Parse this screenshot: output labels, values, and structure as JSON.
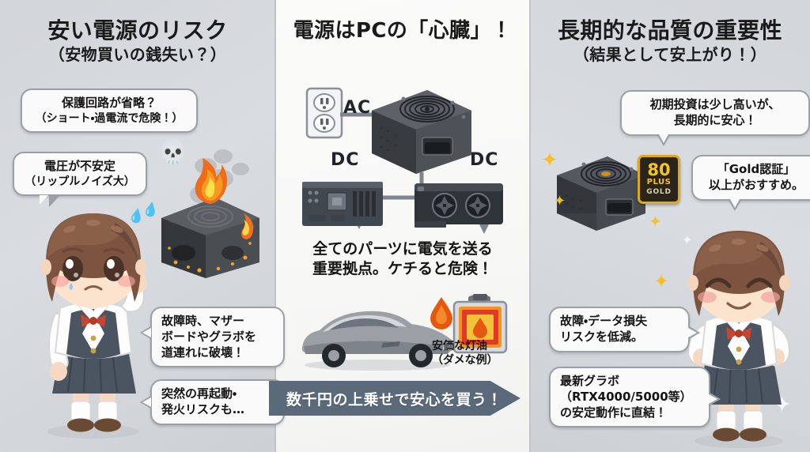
{
  "panels": {
    "left": {
      "title_main": "安い電源のリスク",
      "title_sub": "（安物買いの銭失い？）",
      "bubbles": [
        {
          "id": "protection",
          "line1": "保護回路が省略？",
          "line2": "（ショート・過電流で危険！）"
        },
        {
          "id": "voltage",
          "line1": "電圧が不安定",
          "line2": "（リップルノイズ大）"
        },
        {
          "id": "collateral",
          "line1": "故障時、マザー",
          "line2": "ボードやグラボを",
          "line3": "道連れに破壊！"
        },
        {
          "id": "reboot",
          "line1": "突然の再起動・",
          "line2": "発火リスクも…"
        }
      ],
      "character": "worried-schoolgirl",
      "props": [
        "burning-psu",
        "fire-icon",
        "smoke",
        "skull-icon",
        "sweat-drops"
      ]
    },
    "mid": {
      "title_main": "電源はPCの「心臓」！",
      "label_ac": "AC",
      "label_dc_left": "DC",
      "label_dc_right": "DC",
      "caption_line1": "全てのパーツに電気を送る",
      "caption_line2": "重要拠点。ケチると危険！",
      "oil_caption_line1": "安価な灯油",
      "oil_caption_line2": "（ダメな例）",
      "diagram_nodes": [
        "wall-outlet",
        "power-supply-unit",
        "motherboard",
        "graphics-card"
      ],
      "props": [
        "sports-car",
        "oil-can"
      ]
    },
    "right": {
      "title_main": "長期的な品質の重要性",
      "title_sub": "（結果として安上がり！）",
      "bubbles": [
        {
          "id": "initial-cost",
          "line1": "初期投資は少し高いが、",
          "line2": "長期的に安心！"
        },
        {
          "id": "gold-cert",
          "line1": "「Gold認証」",
          "line2": "以上がおすすめ。"
        },
        {
          "id": "risk-reduce",
          "line1": "故障・データ損失",
          "line2": "リスクを低減。"
        },
        {
          "id": "latest-gpu",
          "line1": "最新グラボ",
          "line2": "（RTX4000/5000等）",
          "line3": "の安定動作に直結！"
        }
      ],
      "character": "smiling-schoolgirl",
      "badge": {
        "number": "80",
        "plus": "PLUS",
        "tier": "GOLD"
      },
      "props": [
        "quality-psu",
        "sparkles"
      ]
    }
  },
  "banner": {
    "text": "数千円の上乗せで安心を買う！",
    "color": "#5b6a7a"
  },
  "palette": {
    "panel_gray": "#d5d8dc",
    "panel_white": "#f8f8f7",
    "bubble_fill": "#fafafa",
    "bubble_border": "#9aa0a6",
    "text_dark": "#141414",
    "gold": "#e0aa14",
    "fire_orange": "#f07a1e",
    "banner_blue_gray": "#5b6a7a"
  }
}
